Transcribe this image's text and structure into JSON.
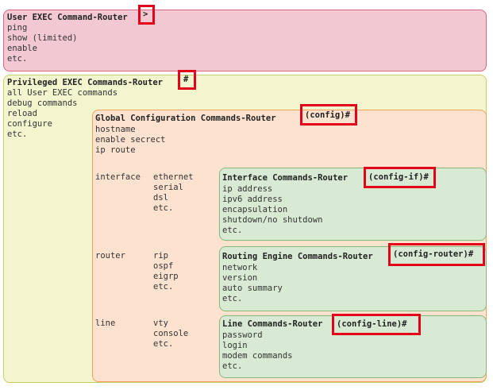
{
  "user_exec": {
    "title": "User EXEC Command-Router",
    "prompt": ">",
    "commands": [
      "ping",
      "show (limited)",
      "enable",
      "etc."
    ]
  },
  "privileged": {
    "title": "Privileged EXEC Commands-Router",
    "prompt": "#",
    "commands": [
      "all User EXEC commands",
      "debug commands",
      "reload",
      "configure",
      "etc."
    ]
  },
  "global": {
    "title": "Global Configuration Commands-Router",
    "prompt": "(config)#",
    "commands": [
      "hostname",
      "enable secrect",
      "ip route"
    ],
    "interface": {
      "label": "interface",
      "items": [
        "ethernet",
        "serial",
        "dsl",
        "etc."
      ]
    },
    "router": {
      "label": "router",
      "items": [
        "rip",
        "ospf",
        "eigrp",
        "etc."
      ]
    },
    "line": {
      "label": "line",
      "items": [
        "vty",
        "console",
        "etc."
      ]
    }
  },
  "interface_cmds": {
    "title": "Interface Commands-Router",
    "prompt": "(config-if)#",
    "commands": [
      "ip address",
      "ipv6 address",
      "encapsulation",
      "shutdown/no shutdown",
      "etc."
    ]
  },
  "routing_cmds": {
    "title": "Routing Engine Commands-Router",
    "prompt": "(config-router)#",
    "commands": [
      "network",
      "version",
      "auto summary",
      "etc."
    ]
  },
  "line_cmds": {
    "title": "Line Commands-Router",
    "prompt": "(config-line)#",
    "commands": [
      "password",
      "login",
      "modem commands",
      "etc."
    ]
  },
  "colors": {
    "user_exec_fill": "#f2c9d2",
    "user_exec_border": "#d9667f",
    "privileged_fill": "#f3f5cf",
    "privileged_border": "#c5cd66",
    "global_fill": "#fde3cf",
    "global_border": "#f0a15e",
    "sub_fill": "#d8ead3",
    "sub_border": "#86b97a",
    "highlight": "#e3001b"
  }
}
